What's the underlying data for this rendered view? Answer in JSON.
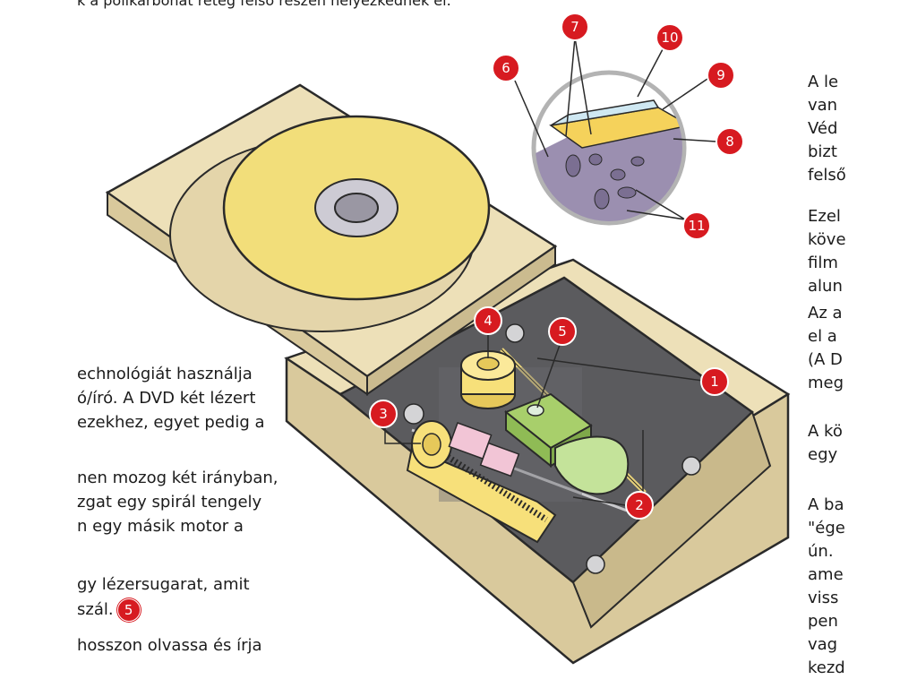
{
  "top_text": "k a polikarbonát réteg felső részén helyezkednek el.",
  "left_text": [
    "echnológiát használja",
    "ó/író. A DVD két lézert",
    "ezekhez, egyet pedig a",
    "nen mozog két irányban,",
    "zgat egy spirál tengely",
    "n egy másik motor a",
    "gy lézersugarat, amit",
    "szál.",
    "hosszon olvassa és írja"
  ],
  "left_text_marker": "5",
  "right_text": [
    "A le",
    "van",
    "Véd",
    "bizt",
    "felső",
    "Ezel",
    "köve",
    "film",
    "alun",
    "Az a",
    "el a",
    "(A D",
    "meg",
    "A kö",
    "egy",
    "A ba",
    "\"ége",
    "ún.",
    "ame",
    "viss",
    "pen",
    "vag",
    "kezd"
  ],
  "callouts": [
    "1",
    "2",
    "3",
    "4",
    "5",
    "6",
    "7",
    "8",
    "9",
    "10",
    "11"
  ],
  "colors": {
    "marker_red": "#d71a20",
    "casing": "#ede0b8",
    "disc": "#f2de7a",
    "interior": "#5b5b5e",
    "motor_yellow": "#f7e07a",
    "laser_green": "#a8cf6b",
    "bracket_pink": "#f2c5d6",
    "surface_purple": "#9b8fb0",
    "layer_yellow": "#f5d25b"
  }
}
